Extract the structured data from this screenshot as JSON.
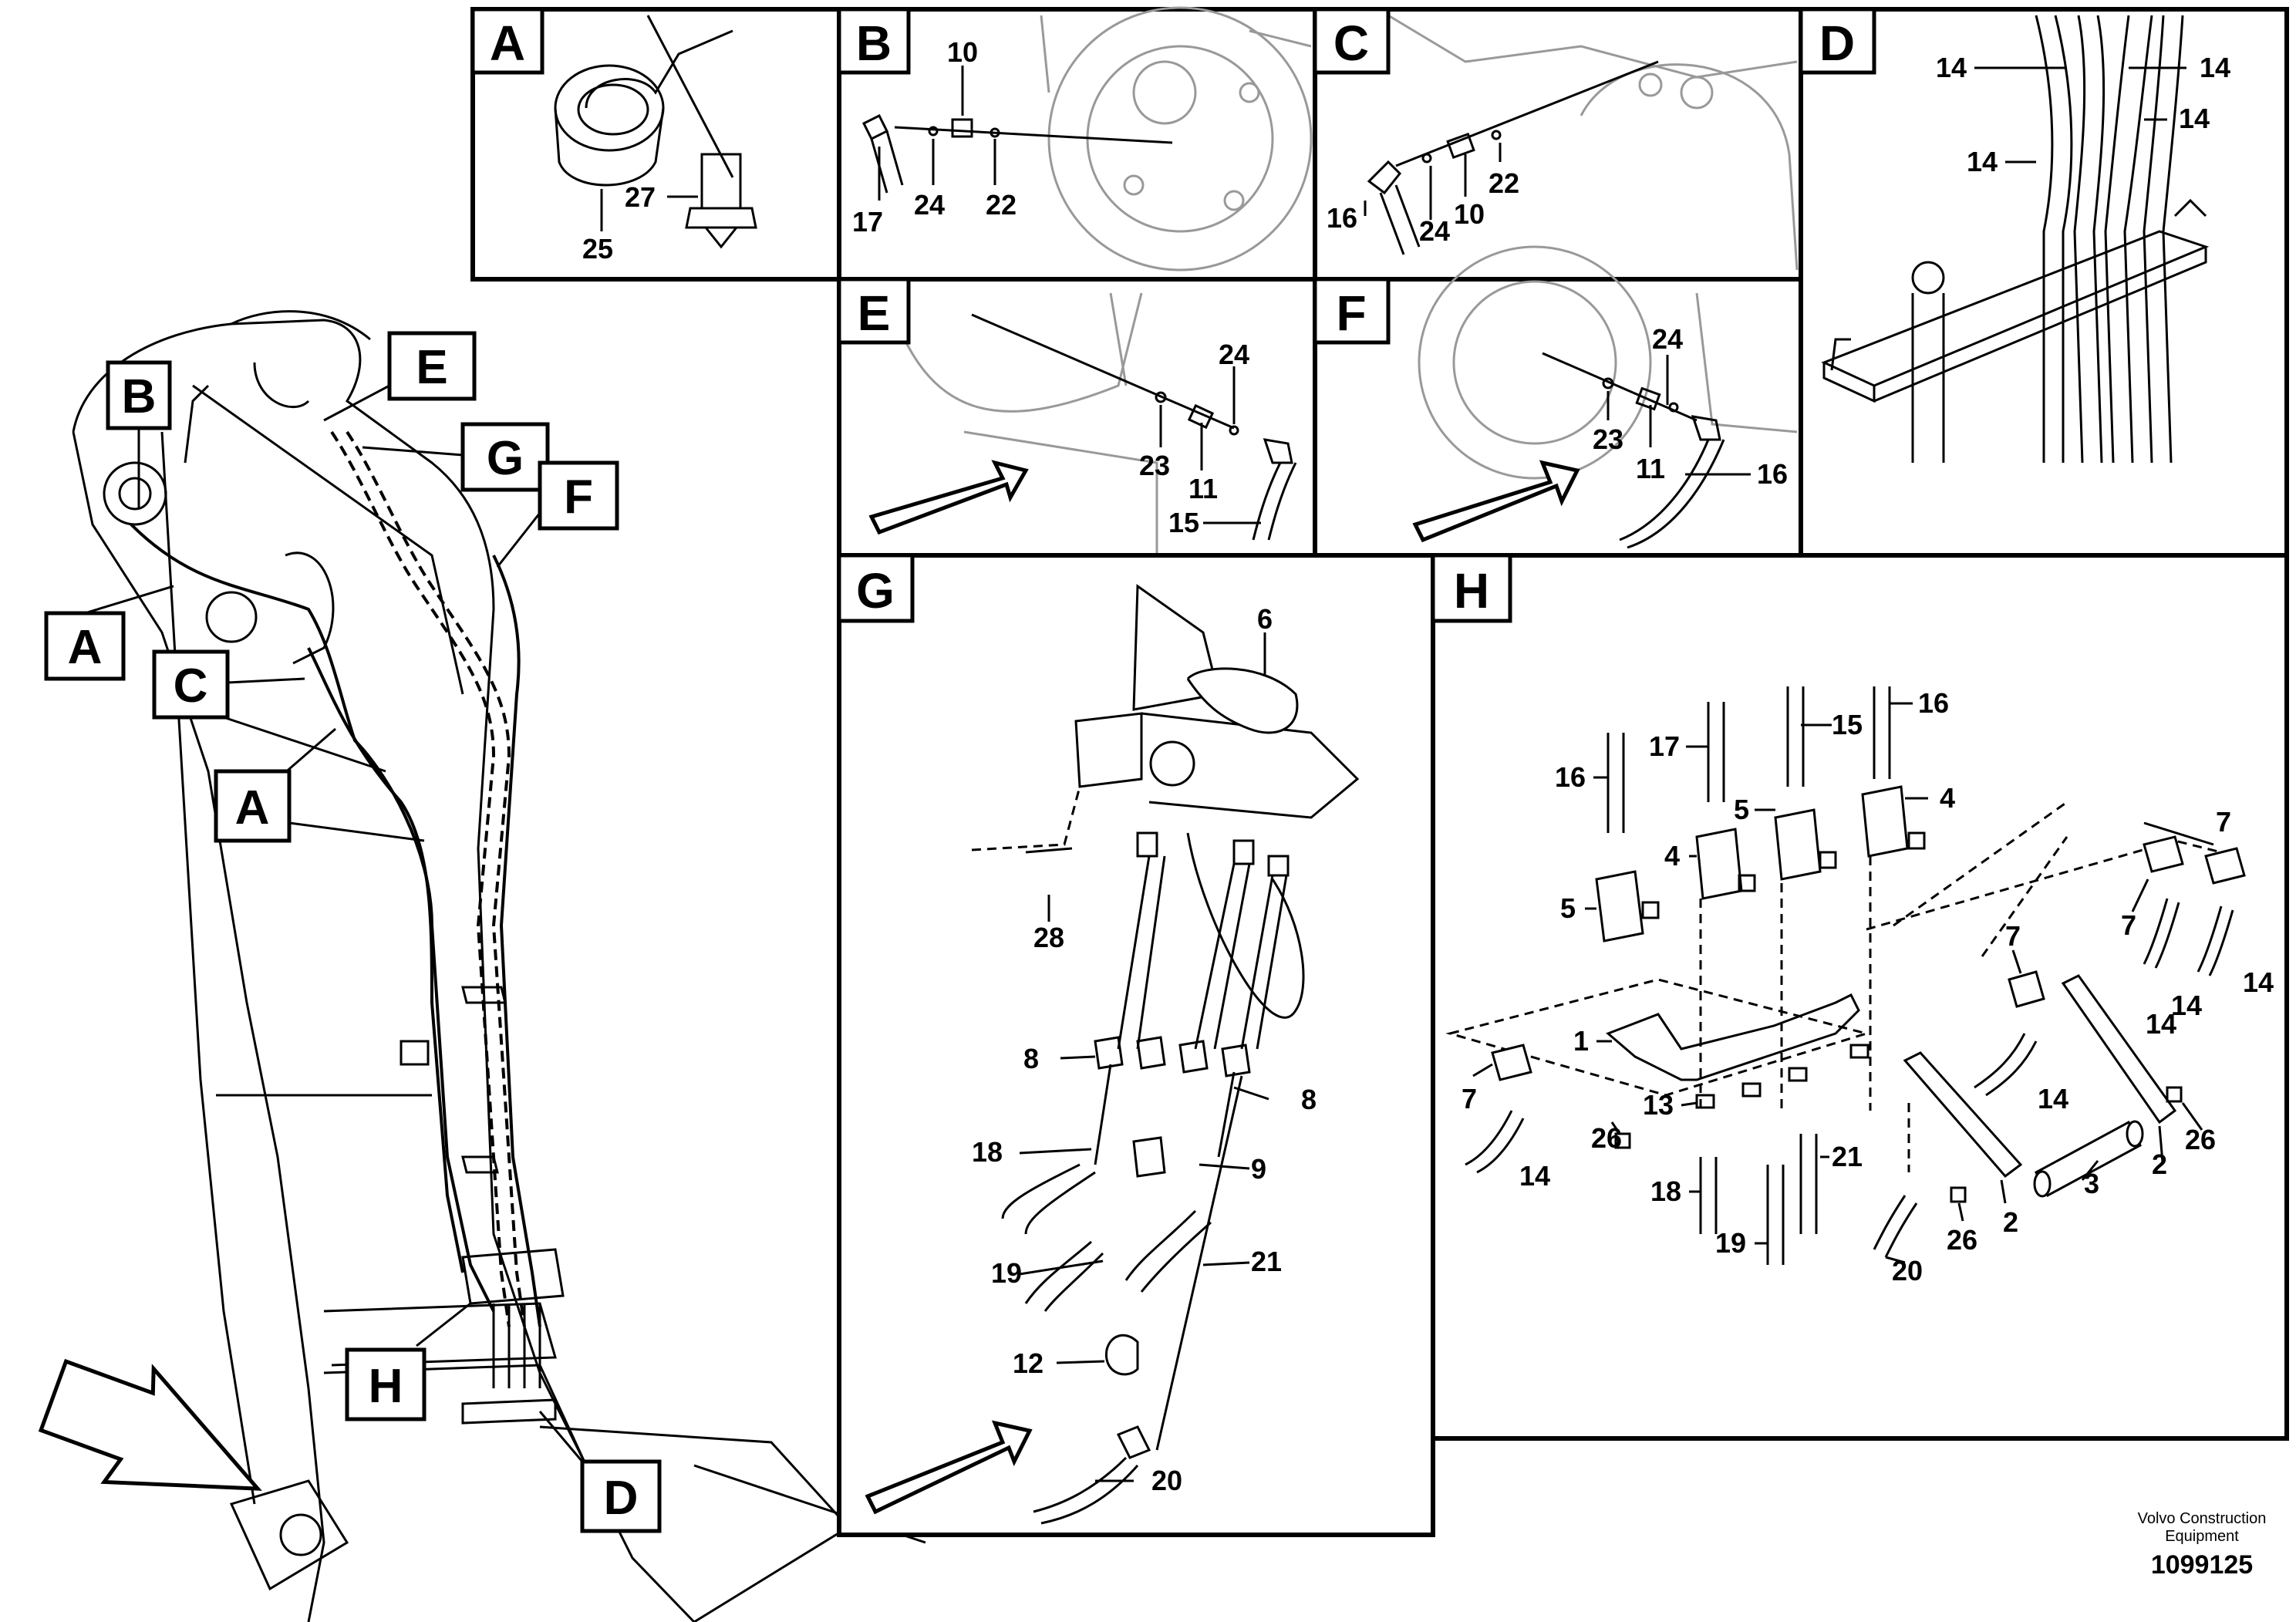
{
  "publisher": {
    "line1": "Volvo Construction",
    "line2": "Equipment",
    "drawing_number": "1099125"
  },
  "panels": {
    "A": {
      "letter": "A",
      "parts": [
        "25",
        "27"
      ]
    },
    "B": {
      "letter": "B",
      "parts": [
        "10",
        "17",
        "24",
        "22"
      ]
    },
    "C": {
      "letter": "C",
      "parts": [
        "16",
        "24",
        "10",
        "22"
      ]
    },
    "D": {
      "letter": "D",
      "parts": [
        "14",
        "14",
        "14",
        "14"
      ]
    },
    "E": {
      "letter": "E",
      "parts": [
        "24",
        "23",
        "11",
        "15"
      ]
    },
    "F": {
      "letter": "F",
      "parts": [
        "24",
        "23",
        "11",
        "16"
      ]
    },
    "G": {
      "letter": "G",
      "parts": [
        "6",
        "28",
        "8",
        "8",
        "18",
        "9",
        "19",
        "21",
        "12",
        "20"
      ]
    },
    "H": {
      "letter": "H",
      "parts": [
        "16",
        "17",
        "15",
        "16",
        "5",
        "4",
        "4",
        "5",
        "7",
        "7",
        "14",
        "14",
        "7",
        "14",
        "1",
        "7",
        "14",
        "13",
        "26",
        "18",
        "19",
        "21",
        "20",
        "3",
        "2",
        "2",
        "26",
        "26",
        "14"
      ]
    }
  },
  "overview_callouts": [
    "B",
    "E",
    "G",
    "F",
    "A",
    "C",
    "A",
    "H",
    "D"
  ]
}
